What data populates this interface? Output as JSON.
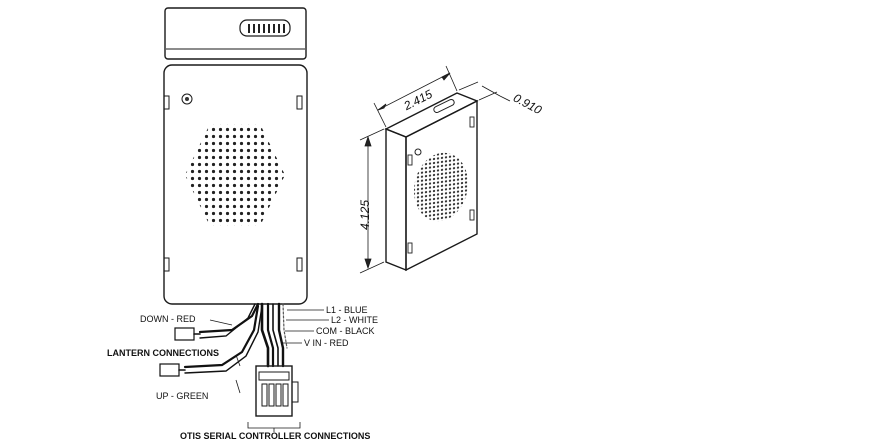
{
  "wire_labels": {
    "l1": "L1 - BLUE",
    "l2": "L2 - WHITE",
    "com": "COM - BLACK",
    "vin": "V IN - RED",
    "down": "DOWN - RED",
    "up": "UP - GREEN"
  },
  "group_labels": {
    "lantern": "LANTERN CONNECTIONS",
    "otis": "OTIS SERIAL CONTROLLER CONNECTIONS"
  },
  "dimensions": {
    "width": "2.415",
    "depth": "0.910",
    "height": "4.125"
  }
}
